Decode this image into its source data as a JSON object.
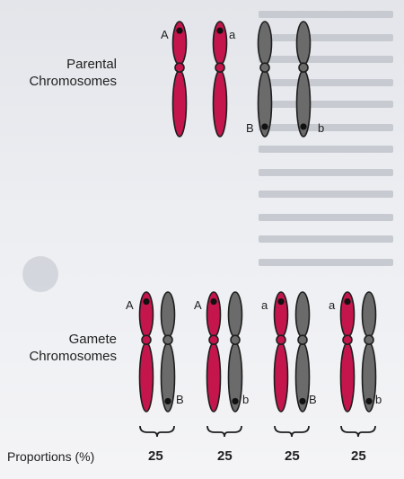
{
  "labels": {
    "parental": "Parental Chromosomes",
    "gamete": "Gamete Chromosomes",
    "proportions": "Proportions (%)"
  },
  "colors": {
    "red_chromosome": "#c4164c",
    "gray_chromosome": "#6b6b6b",
    "outline": "#1e1e1e",
    "background": "#eceef2"
  },
  "parental": [
    {
      "color": "red",
      "allele_top": "A",
      "allele_bottom": ""
    },
    {
      "color": "red",
      "allele_top": "a",
      "allele_bottom": ""
    },
    {
      "color": "gray",
      "allele_top": "",
      "allele_bottom": "B"
    },
    {
      "color": "gray",
      "allele_top": "",
      "allele_bottom": "b"
    }
  ],
  "gametes": [
    {
      "red_allele": "A",
      "gray_allele": "B",
      "proportion": "25"
    },
    {
      "red_allele": "A",
      "gray_allele": "b",
      "proportion": "25"
    },
    {
      "red_allele": "a",
      "gray_allele": "B",
      "proportion": "25"
    },
    {
      "red_allele": "a",
      "gray_allele": "b",
      "proportion": "25"
    }
  ]
}
